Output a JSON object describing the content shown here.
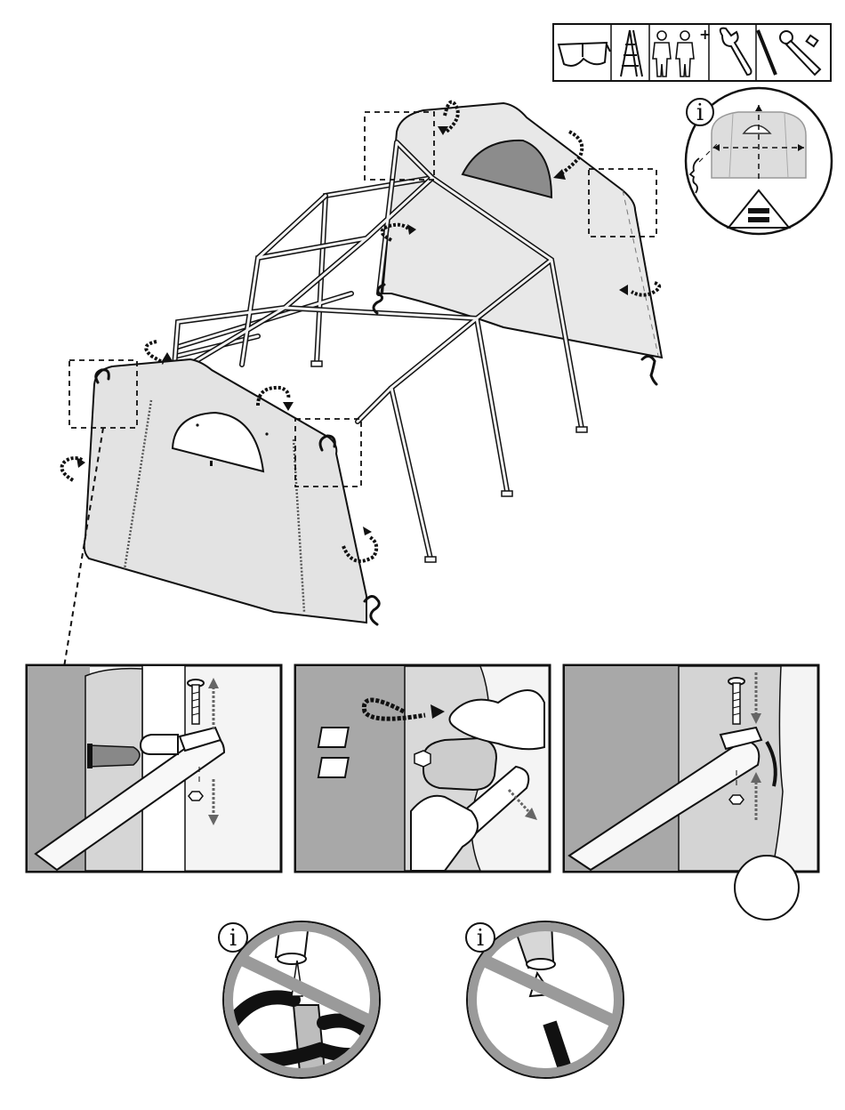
{
  "toolbar": {
    "tools": [
      {
        "icon": "safety-glasses-icon"
      },
      {
        "icon": "step-ladder-icon"
      },
      {
        "icon": "two-persons-plus-icon"
      },
      {
        "icon": "adjustable-wrench-icon"
      },
      {
        "icon": "ratchet-socket-icon"
      }
    ],
    "helper_symbol": "+"
  },
  "info_bubble": {
    "info_symbol": "i",
    "equals_symbol": "="
  },
  "tips": [
    {
      "info_symbol": "i",
      "meaning": "incorrect-tubing-through-pipe"
    },
    {
      "info_symbol": "i",
      "meaning": "incorrect-tubing-under-pipe"
    }
  ],
  "detail_panels": [
    {
      "step": "insert-bolt-and-nut"
    },
    {
      "step": "wrap-cover-around-pipe"
    },
    {
      "step": "tighten-bolt-through-cover"
    }
  ],
  "colors": {
    "line": "#111111",
    "cover_light": "#e6e6e6",
    "cover_mid": "#bdbdbd",
    "cover_dark": "#8c8c8c",
    "prohibition": "#9a9a9a"
  }
}
